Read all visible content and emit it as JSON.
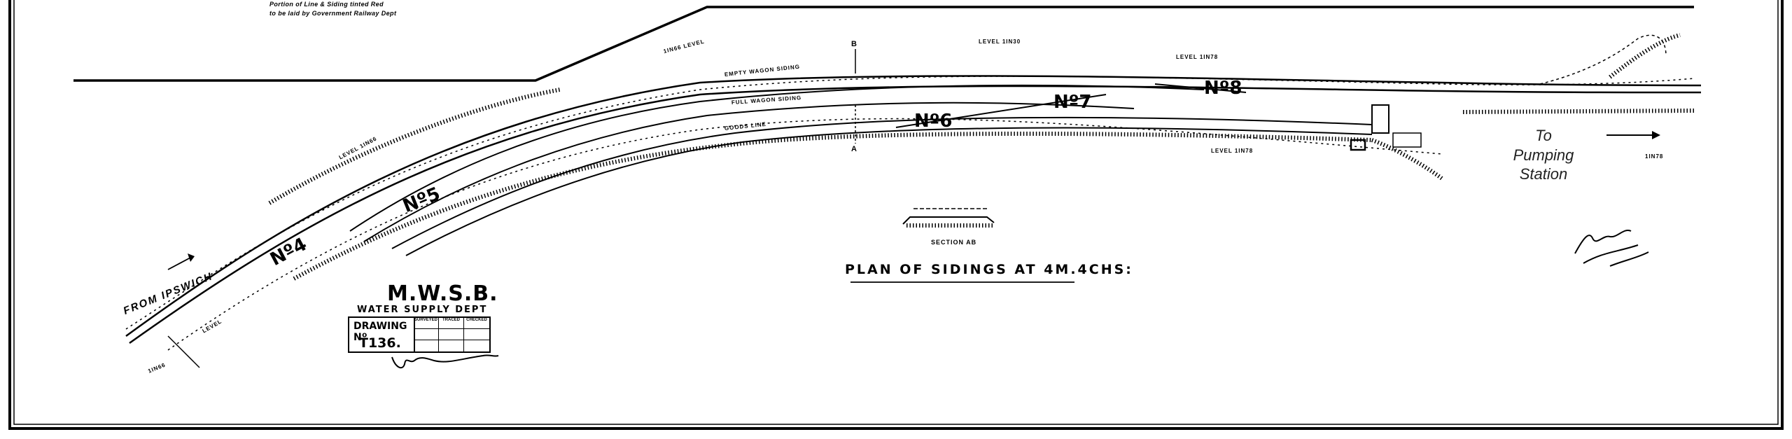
{
  "frame_color": "#000000",
  "note": {
    "line1": "Portion of Line & Siding tinted Red",
    "line2": "to be laid by Government Railway Dept"
  },
  "title": "PLAN OF SIDINGS AT 4M.4CHS:",
  "section_label": "SECTION AB",
  "from_label": "FROM IPSWICH",
  "pumping_label": "To Pumping Station",
  "points": {
    "no4": "Nº4",
    "no5": "Nº5",
    "no6": "Nº6",
    "no7": "Nº7",
    "no8": "Nº8"
  },
  "gradients": {
    "level_1in66": "1IN66 LEVEL",
    "level_1in30": "LEVEL 1IN30",
    "level_1in78": "LEVEL 1IN78",
    "level_1in66_left": "LEVEL 1IN66",
    "level_1in78_right": "1IN78",
    "level_lower": "LEVEL 1IN78",
    "level_bottom_left": "LEVEL",
    "grade_bottom_left": "1IN66"
  },
  "siding_labels": {
    "empty_wagon": "EMPTY WAGON SIDING",
    "full_wagon": "FULL WAGON SIDING",
    "goods_line": "GOODS LINE"
  },
  "section_marks": {
    "a": "A",
    "b": "B"
  },
  "title_block": {
    "org": "M.W.S.B.",
    "dept": "WATER SUPPLY DEPT",
    "drawing_label": "DRAWING Nº",
    "drawing_no": "T136.",
    "col_headers": [
      "SURVEYED",
      "TRACED",
      "CHECKED"
    ]
  }
}
